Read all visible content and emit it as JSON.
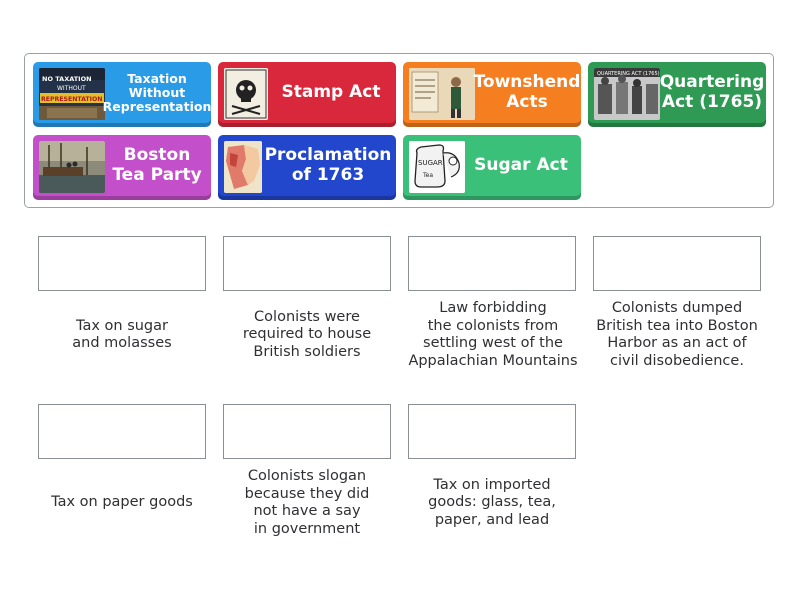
{
  "colors": {
    "blue_light": "#2a9be6",
    "red": "#d9283b",
    "orange": "#f57f20",
    "green_dark": "#2e9a53",
    "magenta": "#c44fcb",
    "blue_dark": "#2246cc",
    "green_light": "#3bc07a"
  },
  "tiles": [
    {
      "label": "Taxation Without Representation",
      "thumb_text_top": "NO TAXATION",
      "thumb_text_mid": "WITHOUT",
      "thumb_text_bot": "REPRESENTATION",
      "icon": "taxation-poster-thumbnail"
    },
    {
      "label": "Stamp Act",
      "icon": "skull-stamp-thumbnail"
    },
    {
      "label": "Townshend Acts",
      "icon": "townshend-document-thumbnail"
    },
    {
      "label": "Quartering Act (1765)",
      "thumb_text": "QUARTERING ACT (1765)",
      "icon": "quartering-act-thumbnail"
    },
    {
      "label": "Boston Tea Party",
      "icon": "tea-party-painting-thumbnail"
    },
    {
      "label": "Proclamation of 1763",
      "icon": "proclamation-map-thumbnail"
    },
    {
      "label": "Sugar Act",
      "thumb_text_1": "SUGAR",
      "thumb_text_2": "Tea",
      "icon": "sugar-sack-thumbnail"
    }
  ],
  "descriptions": [
    "Tax on sugar\nand molasses",
    "Colonists were\nrequired to house\nBritish soldiers",
    "Law forbidding\nthe colonists from\nsettling west of the\nAppalachian Mountains",
    "Colonists dumped\nBritish tea into Boston\nHarbor as an act of\ncivil disobedience.",
    "Tax on paper goods",
    "Colonists slogan\nbecause they did\nnot have a say\nin government",
    "Tax on imported\ngoods: glass, tea,\npaper, and lead"
  ]
}
